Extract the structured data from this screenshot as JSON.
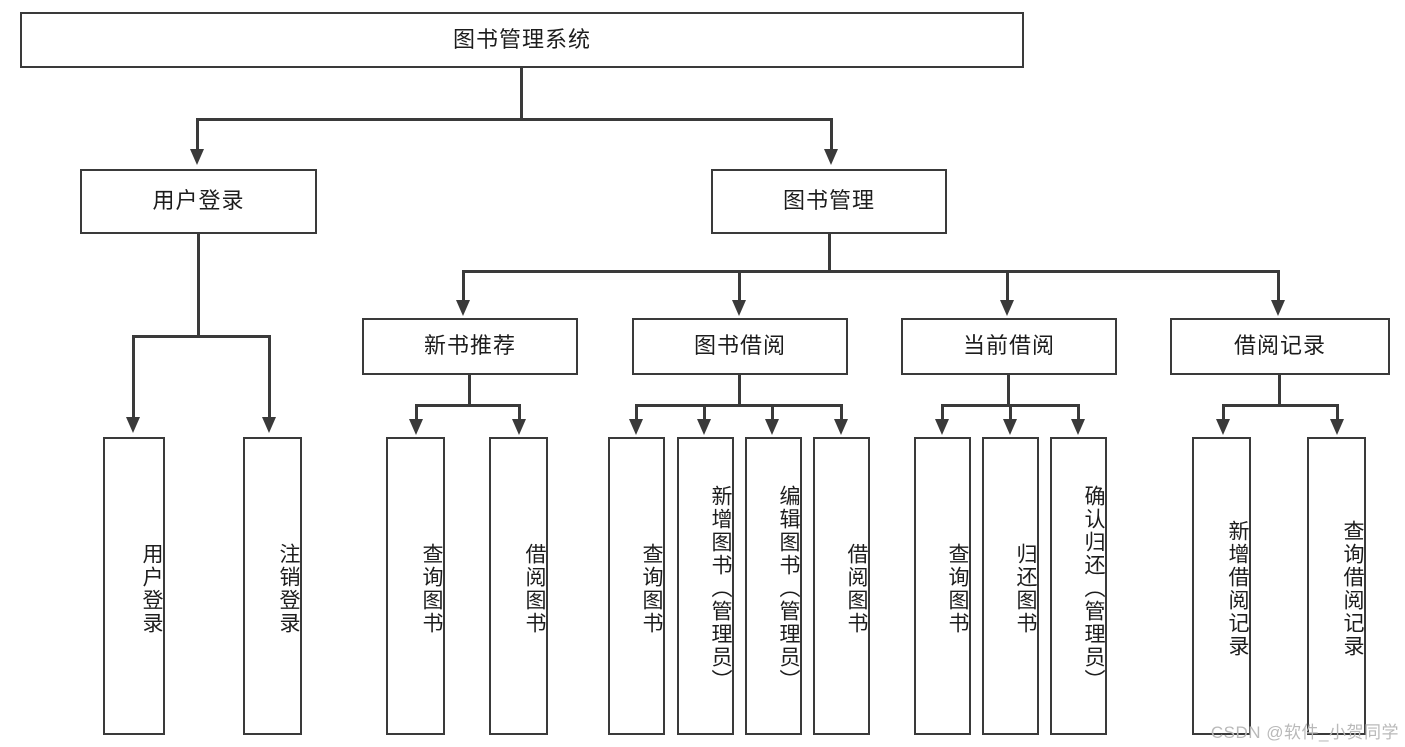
{
  "diagram": {
    "title_node": {
      "label": "图书管理系统"
    },
    "level2": [
      {
        "label": "用户登录"
      },
      {
        "label": "图书管理"
      }
    ],
    "level3": [
      {
        "label": "新书推荐"
      },
      {
        "label": "图书借阅"
      },
      {
        "label": "当前借阅"
      },
      {
        "label": "借阅记录"
      }
    ],
    "leaves": [
      {
        "label": "用户登录"
      },
      {
        "label": "注销登录"
      },
      {
        "label": "查询图书"
      },
      {
        "label": "借阅图书"
      },
      {
        "label": "查询图书"
      },
      {
        "label": "新增图书（管理员）"
      },
      {
        "label": "编辑图书（管理员）"
      },
      {
        "label": "借阅图书"
      },
      {
        "label": "查询图书"
      },
      {
        "label": "归还图书"
      },
      {
        "label": "确认归还（管理员）"
      },
      {
        "label": "新增借阅记录"
      },
      {
        "label": "查询借阅记录"
      }
    ]
  },
  "watermark": {
    "text": "CSDN @软件_小贺同学"
  },
  "colors": {
    "stroke": "#3a3a3a",
    "text": "#1d1d1d",
    "background": "#ffffff",
    "watermark": "#b9b9b9"
  }
}
